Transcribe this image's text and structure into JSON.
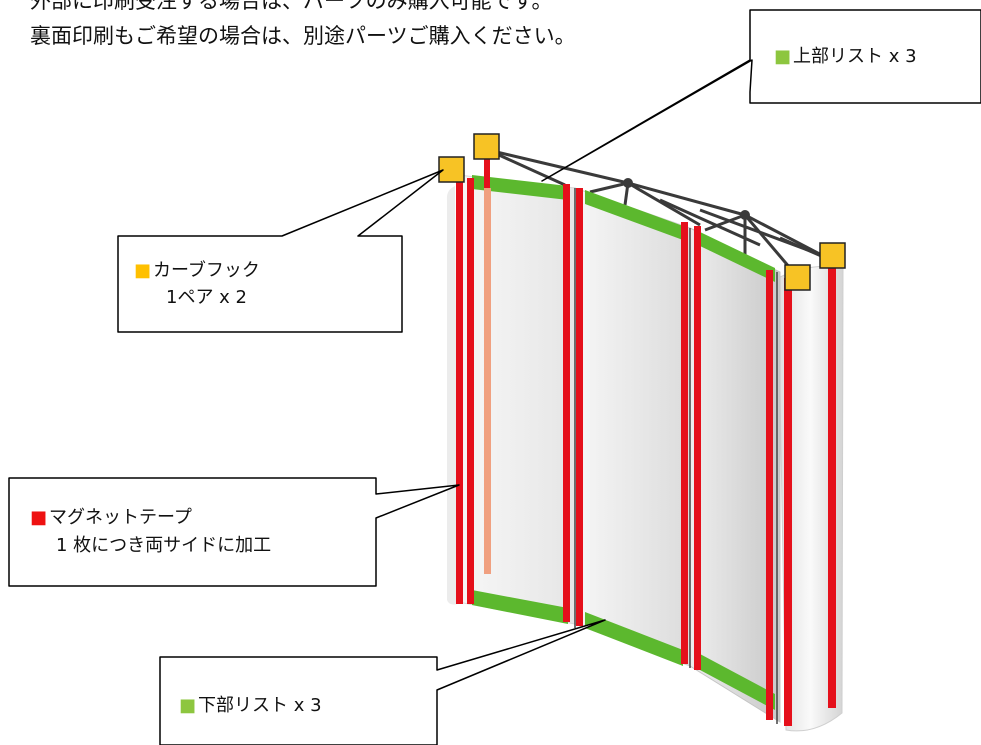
{
  "header": {
    "line1": "外部に印刷受注する場合は、パーツのみ購入可能です。",
    "line2": "裏面印刷もご希望の場合は、別途パーツご購入ください。"
  },
  "callouts": {
    "top_list": {
      "marker": "■",
      "text": "上部リスト x 3",
      "color": "#8dc63f"
    },
    "curve_hook": {
      "marker": "■",
      "line1": "カーブフック",
      "line2": "1ペア x 2",
      "color": "#ffc000"
    },
    "magnet_tape": {
      "marker": "■",
      "line1": "マグネットテープ",
      "line2": "1 枚につき両サイドに加工",
      "color": "#ee1111"
    },
    "bottom_list": {
      "marker": "■",
      "text": "下部リスト x 3",
      "color": "#8dc63f"
    }
  },
  "colors": {
    "green_list": "#5cb82e",
    "red_tape": "#e5101b",
    "hook_yellow": "#f7c325",
    "frame": "#3a3a3a"
  }
}
